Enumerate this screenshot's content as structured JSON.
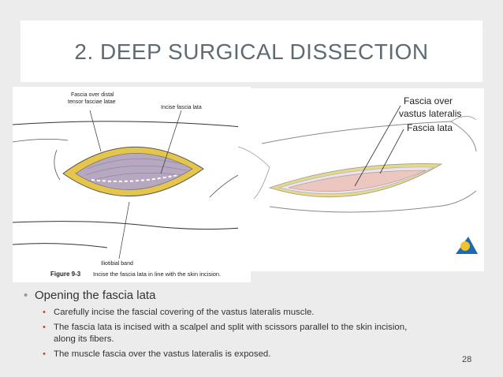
{
  "slide": {
    "title": "2. DEEP SURGICAL DISSECTION",
    "page_number": "28"
  },
  "left_figure": {
    "label_fascia_distal_line1": "Fascia over distal",
    "label_fascia_distal_line2": "tensor fasciae latae",
    "label_incise": "Incise fascia lata",
    "label_band": "Iliotibial band",
    "caption_figure": "Figure 9-3",
    "caption_text": "Incise the fascia lata in line with the skin incision."
  },
  "right_figure": {
    "label_line1": "Fascia over",
    "label_line2": "vastus lateralis",
    "label_line3": "Fascia lata"
  },
  "bullets": {
    "main": "Opening the fascia lata",
    "sub": [
      "Carefully incise the fascial covering of the vastus lateralis muscle.",
      "The fascia lata is incised with a scalpel and split with scissors parallel to the skin incision,",
      "along its fibers.",
      "The muscle fascia over the vastus lateralis is exposed."
    ]
  },
  "colors": {
    "title_text": "#5f6b73",
    "bullet_accent": "#c7472e",
    "fat_yellow": "#e6c64a",
    "fascia_purple": "#b5a8c0",
    "muscle_pink": "#ecc7c0"
  }
}
